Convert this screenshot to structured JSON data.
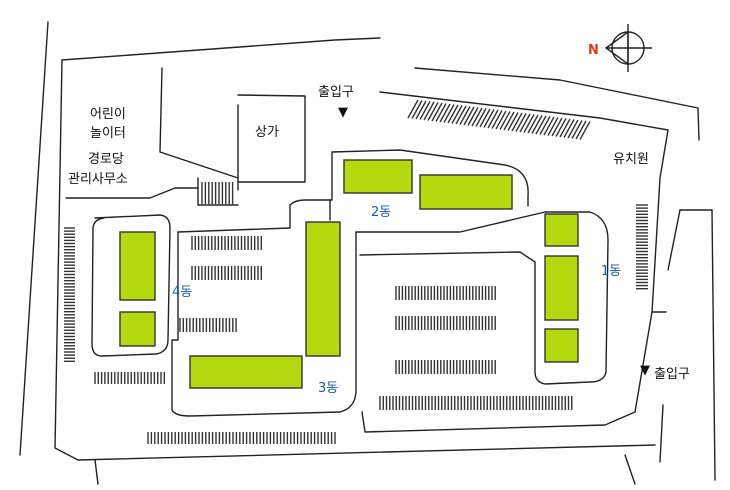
{
  "colors": {
    "building_fill": "#b5d80f",
    "building_label": "#1f5aa8",
    "compass_n": "#e53914",
    "line": "#222222"
  },
  "compass": {
    "north_label": "N"
  },
  "facilities": {
    "playground_line1": "어린이",
    "playground_line2": "놀이터",
    "senior_center_line1": "경로당",
    "senior_center_line2": "관리사무소",
    "shopping": "상가",
    "kindergarten": "유치원"
  },
  "entrances": {
    "top_label": "출입구",
    "right_label": "출입구",
    "marker": "▼"
  },
  "buildings": {
    "b1": "1동",
    "b2": "2동",
    "b3": "3동",
    "b4": "4동"
  }
}
